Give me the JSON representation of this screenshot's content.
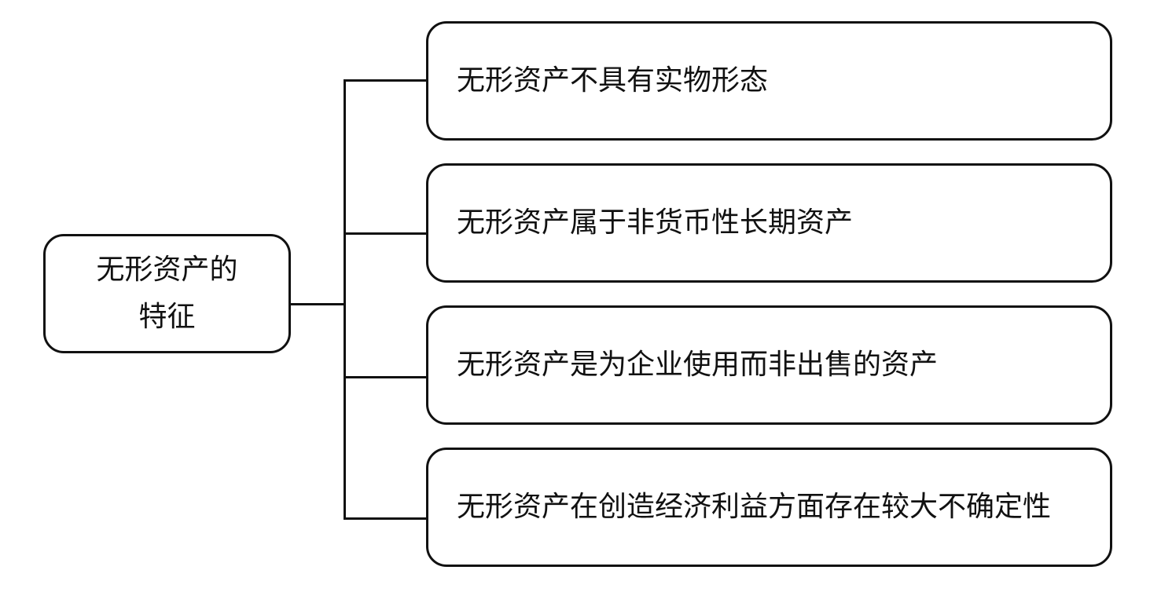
{
  "diagram": {
    "type": "tree",
    "root": {
      "label": "无形资产的特征"
    },
    "children": [
      {
        "label": "无形资产不具有实物形态"
      },
      {
        "label": "无形资产属于非货币性长期资产"
      },
      {
        "label": "无形资产是为企业使用而非出售的资产"
      },
      {
        "label": "无形资产在创造经济利益方面存在较大不确定性"
      }
    ]
  }
}
